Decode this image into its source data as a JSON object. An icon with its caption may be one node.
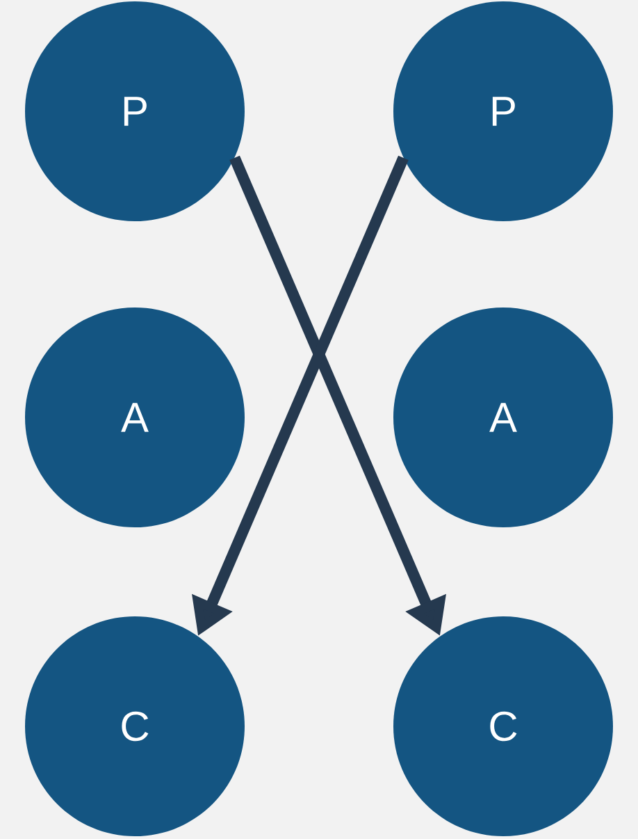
{
  "diagram": {
    "nodes": [
      {
        "text": [
          "P"
        ]
      },
      {
        "text": [
          "P"
        ]
      },
      {
        "text": [
          "A"
        ]
      },
      {
        "text": [
          "A"
        ]
      },
      {
        "text": [
          "C"
        ]
      },
      {
        "text": [
          "C"
        ]
      }
    ],
    "edges": [
      {
        "from": 0,
        "to": 5,
        "arrow": "to"
      },
      {
        "from": 1,
        "to": 4,
        "arrow": "to"
      }
    ]
  }
}
